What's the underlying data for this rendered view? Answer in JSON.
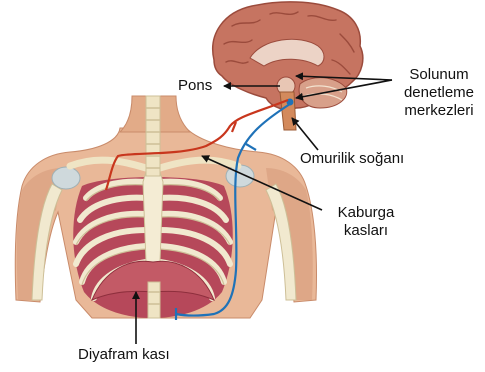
{
  "labels": {
    "pons": "Pons",
    "solunum_line1": "Solunum",
    "solunum_line2": "denetleme",
    "solunum_line3": "merkezleri",
    "omurilik": "Omurilik soğanı",
    "kaburga_line1": "Kaburga",
    "kaburga_line2": "kasları",
    "diyafram": "Diyafram kası"
  },
  "colors": {
    "skin": "#e9b898",
    "skin_shadow": "#d49a78",
    "bone": "#f1e9cf",
    "bone_shadow": "#cdbf97",
    "muscle": "#b6485a",
    "brain": "#c67461",
    "brain_dark": "#9b4b3c",
    "nerve_red": "#c8361d",
    "nerve_blue": "#1f72b8",
    "arrow": "#111111"
  }
}
